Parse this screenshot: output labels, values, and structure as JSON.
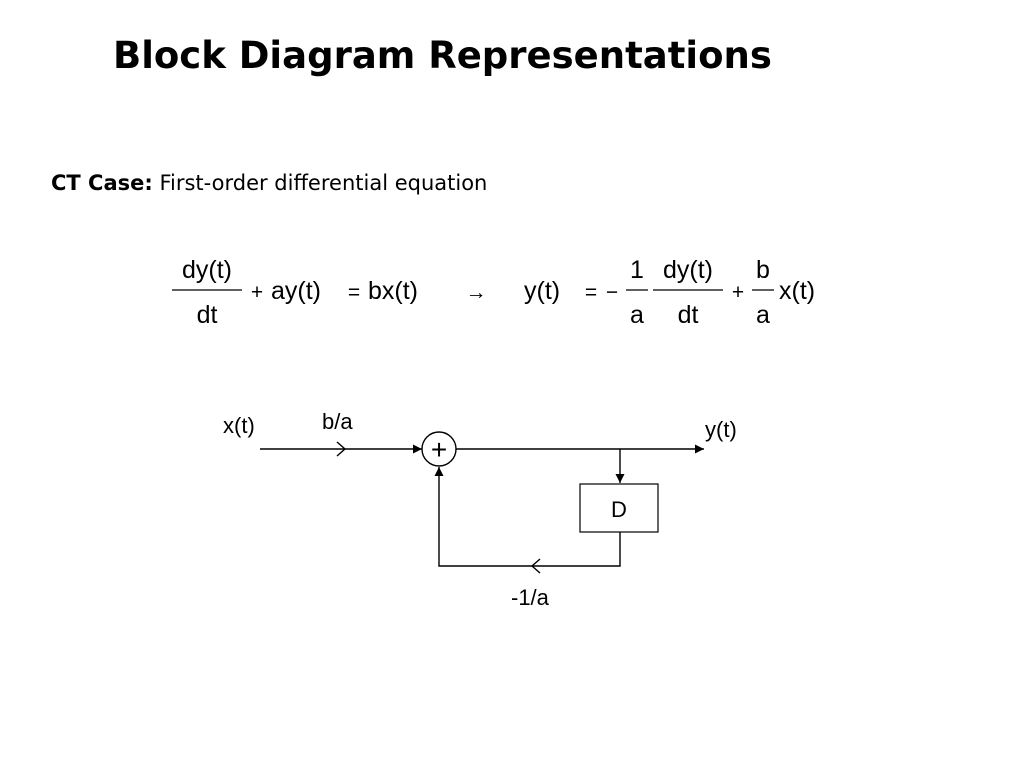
{
  "title": "Block Diagram Representations",
  "subtitle": {
    "lead": "CT Case:",
    "text": "First-order differential equation"
  },
  "equation": {
    "lhs_numerator": "dy(t)",
    "lhs_denominator": "dt",
    "plus_1": "+",
    "term_ay": "ay(t)",
    "equals_1": "=",
    "term_bx": "bx(t)",
    "arrow": "→",
    "rhs_y": "y(t)",
    "equals_2": "=",
    "minus": "−",
    "frac1_numerator": "1",
    "frac1_denominator": "a",
    "frac2_numerator": "dy(t)",
    "frac2_denominator": "dt",
    "plus_2": "+",
    "frac3_numerator": "b",
    "frac3_denominator": "a",
    "term_x": "x(t)"
  },
  "diagram": {
    "input_label": "x(t)",
    "forward_gain_label": "b/a",
    "summer_symbol": "+",
    "output_label": "y(t)",
    "delay_label": "D",
    "feedback_gain_label": "-1/a"
  }
}
